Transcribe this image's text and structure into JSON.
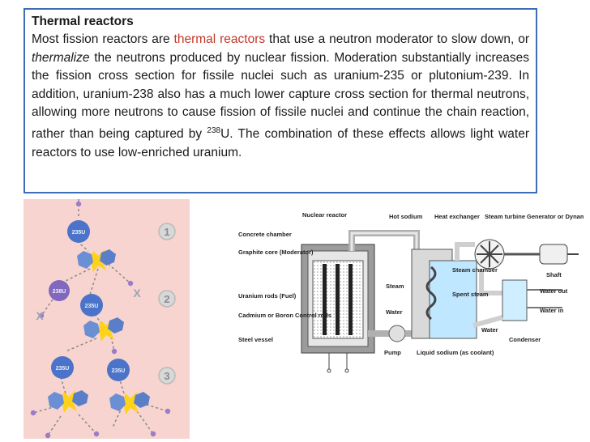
{
  "text_box": {
    "title": "Thermal reactors",
    "p_1": "Most fission reactors are ",
    "p_highlight": "thermal reactors",
    "p_2": " that use a neutron moderator to slow down, or ",
    "p_em": "thermalize",
    "p_3": " the neutrons produced by  nuclear fission. Moderation substantially increases the fission cross section for fissile nuclei such as uranium-235 or plutonium-239. In addition, uranium-238 also has a much lower capture cross section for thermal neutrons, allowing more neutrons to cause fission of fissile nuclei and continue the chain reaction, rather than being captured by ",
    "p_sup": "238",
    "p_4": "U. The combination of these effects allows light water reactors to use low-enriched uranium."
  },
  "chain_reaction": {
    "nucleus_235": "235U",
    "nucleus_238": "238U",
    "blocked_mark": "X",
    "steps": [
      "1",
      "2",
      "3"
    ]
  },
  "reactor_diagram": {
    "labels": {
      "nuclear_reactor": "Nuclear reactor",
      "hot_sodium": "Hot sodium",
      "heat_exchanger": "Heat exchanger",
      "steam_turbine": "Steam turbine",
      "generator": "Generator or Dynamo",
      "concrete_chamber": "Concrete chamber",
      "graphite_core": "Graphite core (Moderator)",
      "steam_chamber": "Steam chamber",
      "shaft": "Shaft",
      "steam": "Steam",
      "spent_steam": "Spent steam",
      "water_out": "Water out",
      "uranium_rods": "Uranium rods (Fuel)",
      "water": "Water",
      "water_in": "Water in",
      "control_rods": "Cadmium or Boron Control rods",
      "water_bottom": "Water",
      "steel_vessel": "Steel vessel",
      "condenser": "Condenser",
      "pump": "Pump",
      "liquid_sodium": "Liquid sodium (as coolant)"
    }
  },
  "colors": {
    "border": "#3c6eb4",
    "highlight": "#c0392b",
    "chain_bg": "#f7d4cf",
    "nucleus_235": "#4a73c9",
    "nucleus_238": "#8068bf",
    "fragment": "#6b8fd4",
    "flash": "#ffd21a",
    "step_circle": "#d8d8d8"
  }
}
